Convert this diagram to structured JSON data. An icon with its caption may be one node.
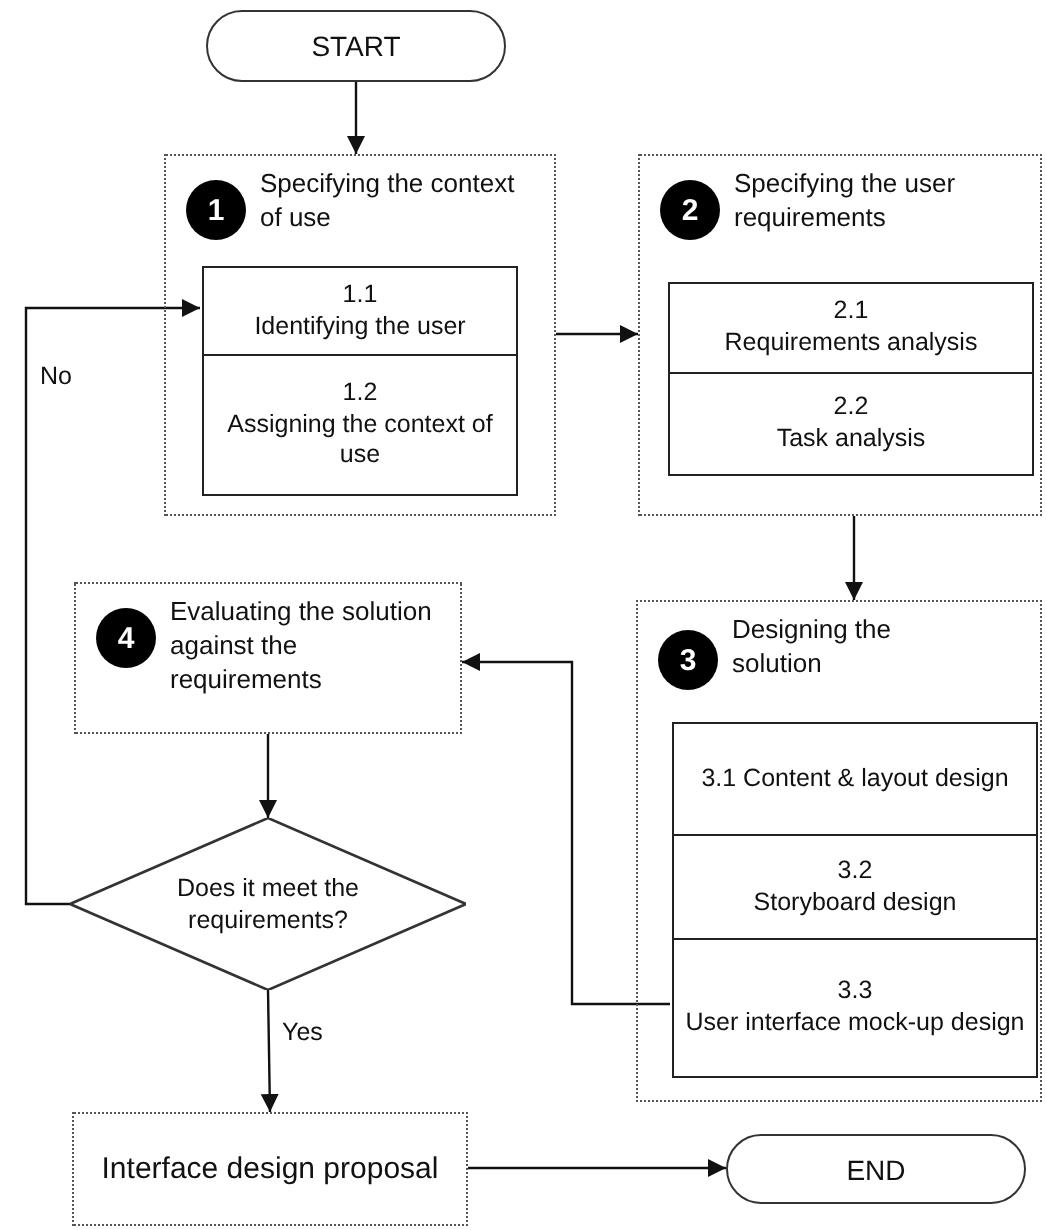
{
  "diagram": {
    "nodes": [
      {
        "text": [
          "START"
        ]
      },
      {
        "text": [
          "1",
          "Specifying the context of use"
        ]
      },
      {
        "text": [
          "1.1",
          "Identifying the user"
        ],
        "in": 1
      },
      {
        "text": [
          "1.2",
          "Assigning the context of use"
        ],
        "in": 1
      },
      {
        "text": [
          "2",
          "Specifying the user requirements"
        ]
      },
      {
        "text": [
          "2.1",
          "Requirements analysis"
        ],
        "in": 4
      },
      {
        "text": [
          "2.2",
          "Task analysis"
        ],
        "in": 4
      },
      {
        "text": [
          "4",
          "Evaluating the solution against the requirements"
        ]
      },
      {
        "text": [
          "3",
          "Designing the solution"
        ]
      },
      {
        "text": [
          "3.1 Content & layout design"
        ],
        "in": 8
      },
      {
        "text": [
          "3.2",
          "Storyboard design"
        ],
        "in": 8
      },
      {
        "text": [
          "3.3",
          "User interface mock-up design"
        ],
        "in": 8
      },
      {
        "text": [
          "Does it meet the requirements?"
        ]
      },
      {
        "text": [
          "Interface design proposal"
        ]
      },
      {
        "text": [
          "END"
        ]
      }
    ],
    "edges": [
      {
        "from": 0,
        "to": 1,
        "arrow": "to"
      },
      {
        "from": 1,
        "to": 4,
        "arrow": "to"
      },
      {
        "from": 4,
        "to": 8,
        "arrow": "to"
      },
      {
        "from": 11,
        "to": 7,
        "arrow": "to"
      },
      {
        "from": 7,
        "to": 12,
        "arrow": "to"
      },
      {
        "from": 12,
        "to": 2,
        "label": "No",
        "arrow": "to"
      },
      {
        "from": 12,
        "to": 13,
        "label": "Yes",
        "arrow": "to"
      },
      {
        "from": 13,
        "to": 14,
        "arrow": "to"
      }
    ]
  }
}
